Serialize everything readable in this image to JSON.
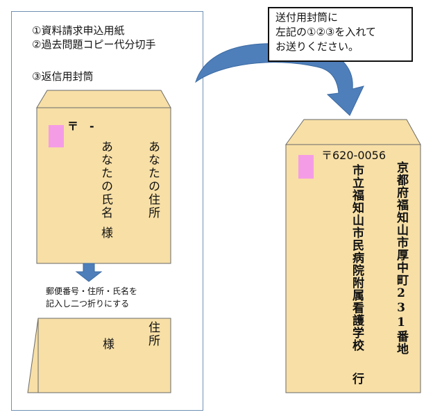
{
  "colors": {
    "envelope_fill": "#f7dfa6",
    "envelope_stroke": "#6a6a6a",
    "stamp": "#f59ce6",
    "arrow_blue": "#4f7fba",
    "panel_border": "#6f8fb3"
  },
  "left": {
    "items": [
      "①資料請求申込用紙",
      "②過去問題コピー代分切手",
      "③返信用封筒"
    ],
    "return_envelope": {
      "postal_mark": "〒　-",
      "address": "あなたの住所",
      "name": "あなたの氏名",
      "honorific": "様"
    },
    "instruction_lines": [
      "郵便番号・住所・氏名を",
      "記入し二つ折りにする"
    ],
    "folded_envelope": {
      "address": "住所",
      "honorific": "様"
    }
  },
  "callout": {
    "lines": [
      "送付用封筒に",
      "左記の①②③を入れて",
      "お送りください。"
    ]
  },
  "send_envelope": {
    "postal_code": "〒620-0056",
    "address": "京都府福知山市厚中町231番地",
    "recipient": "市立福知山市民病院附属看護学校",
    "suffix": "行"
  }
}
